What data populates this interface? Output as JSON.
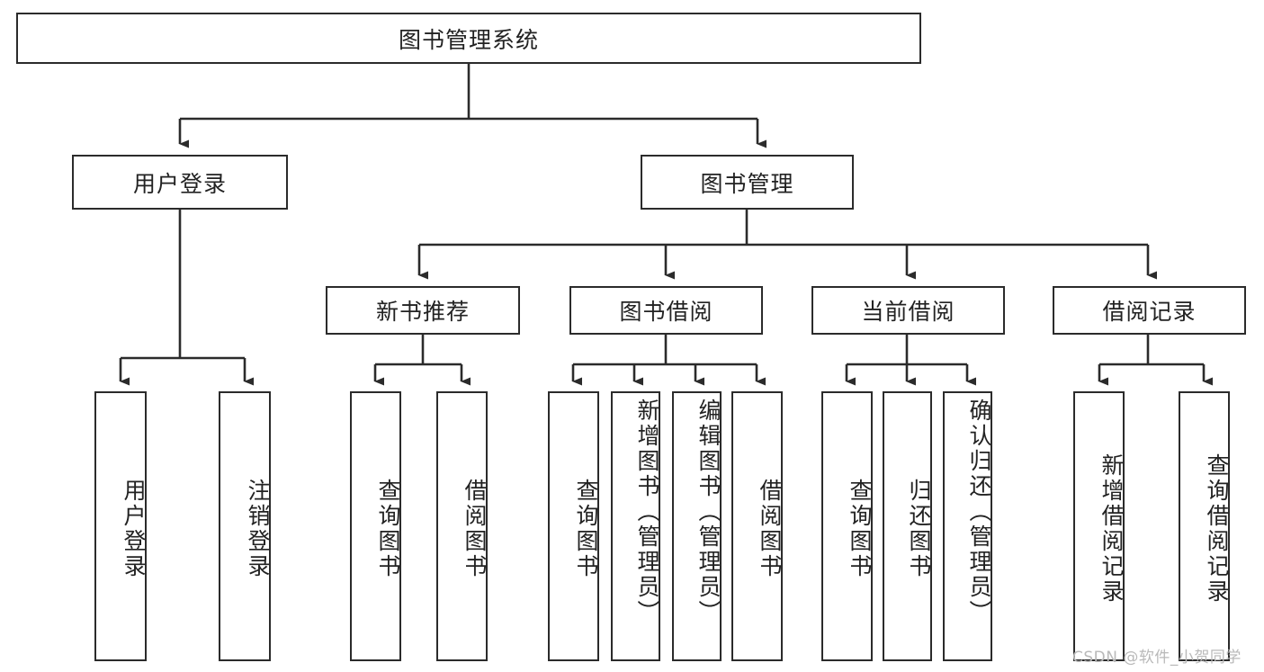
{
  "diagram": {
    "title": "图书管理系统",
    "type": "tree-hierarchy-diagram",
    "colors": {
      "stroke": "#2b2b2b",
      "fill": "#ffffff",
      "text": "#222222",
      "watermark": "#b9b9b9"
    },
    "root": {
      "label": "图书管理系统"
    },
    "level1": [
      {
        "label": "用户登录"
      },
      {
        "label": "图书管理"
      }
    ],
    "level2": [
      {
        "label": "新书推荐"
      },
      {
        "label": "图书借阅"
      },
      {
        "label": "当前借阅"
      },
      {
        "label": "借阅记录"
      }
    ],
    "leaves": {
      "user_login": [
        {
          "label": "用户登录"
        },
        {
          "label": "注销登录"
        }
      ],
      "new_book_recommend": [
        {
          "label": "查询图书"
        },
        {
          "label": "借阅图书"
        }
      ],
      "book_borrow": [
        {
          "label": "查询图书"
        },
        {
          "label": "新增图书（管理员）"
        },
        {
          "label": "编辑图书（管理员）"
        },
        {
          "label": "借阅图书"
        }
      ],
      "current_borrow": [
        {
          "label": "查询图书"
        },
        {
          "label": "归还图书"
        },
        {
          "label": "确认归还（管理员）"
        }
      ],
      "borrow_record": [
        {
          "label": "新增借阅记录"
        },
        {
          "label": "查询借阅记录"
        }
      ]
    },
    "watermark": "CSDN @软件_小贺同学"
  }
}
